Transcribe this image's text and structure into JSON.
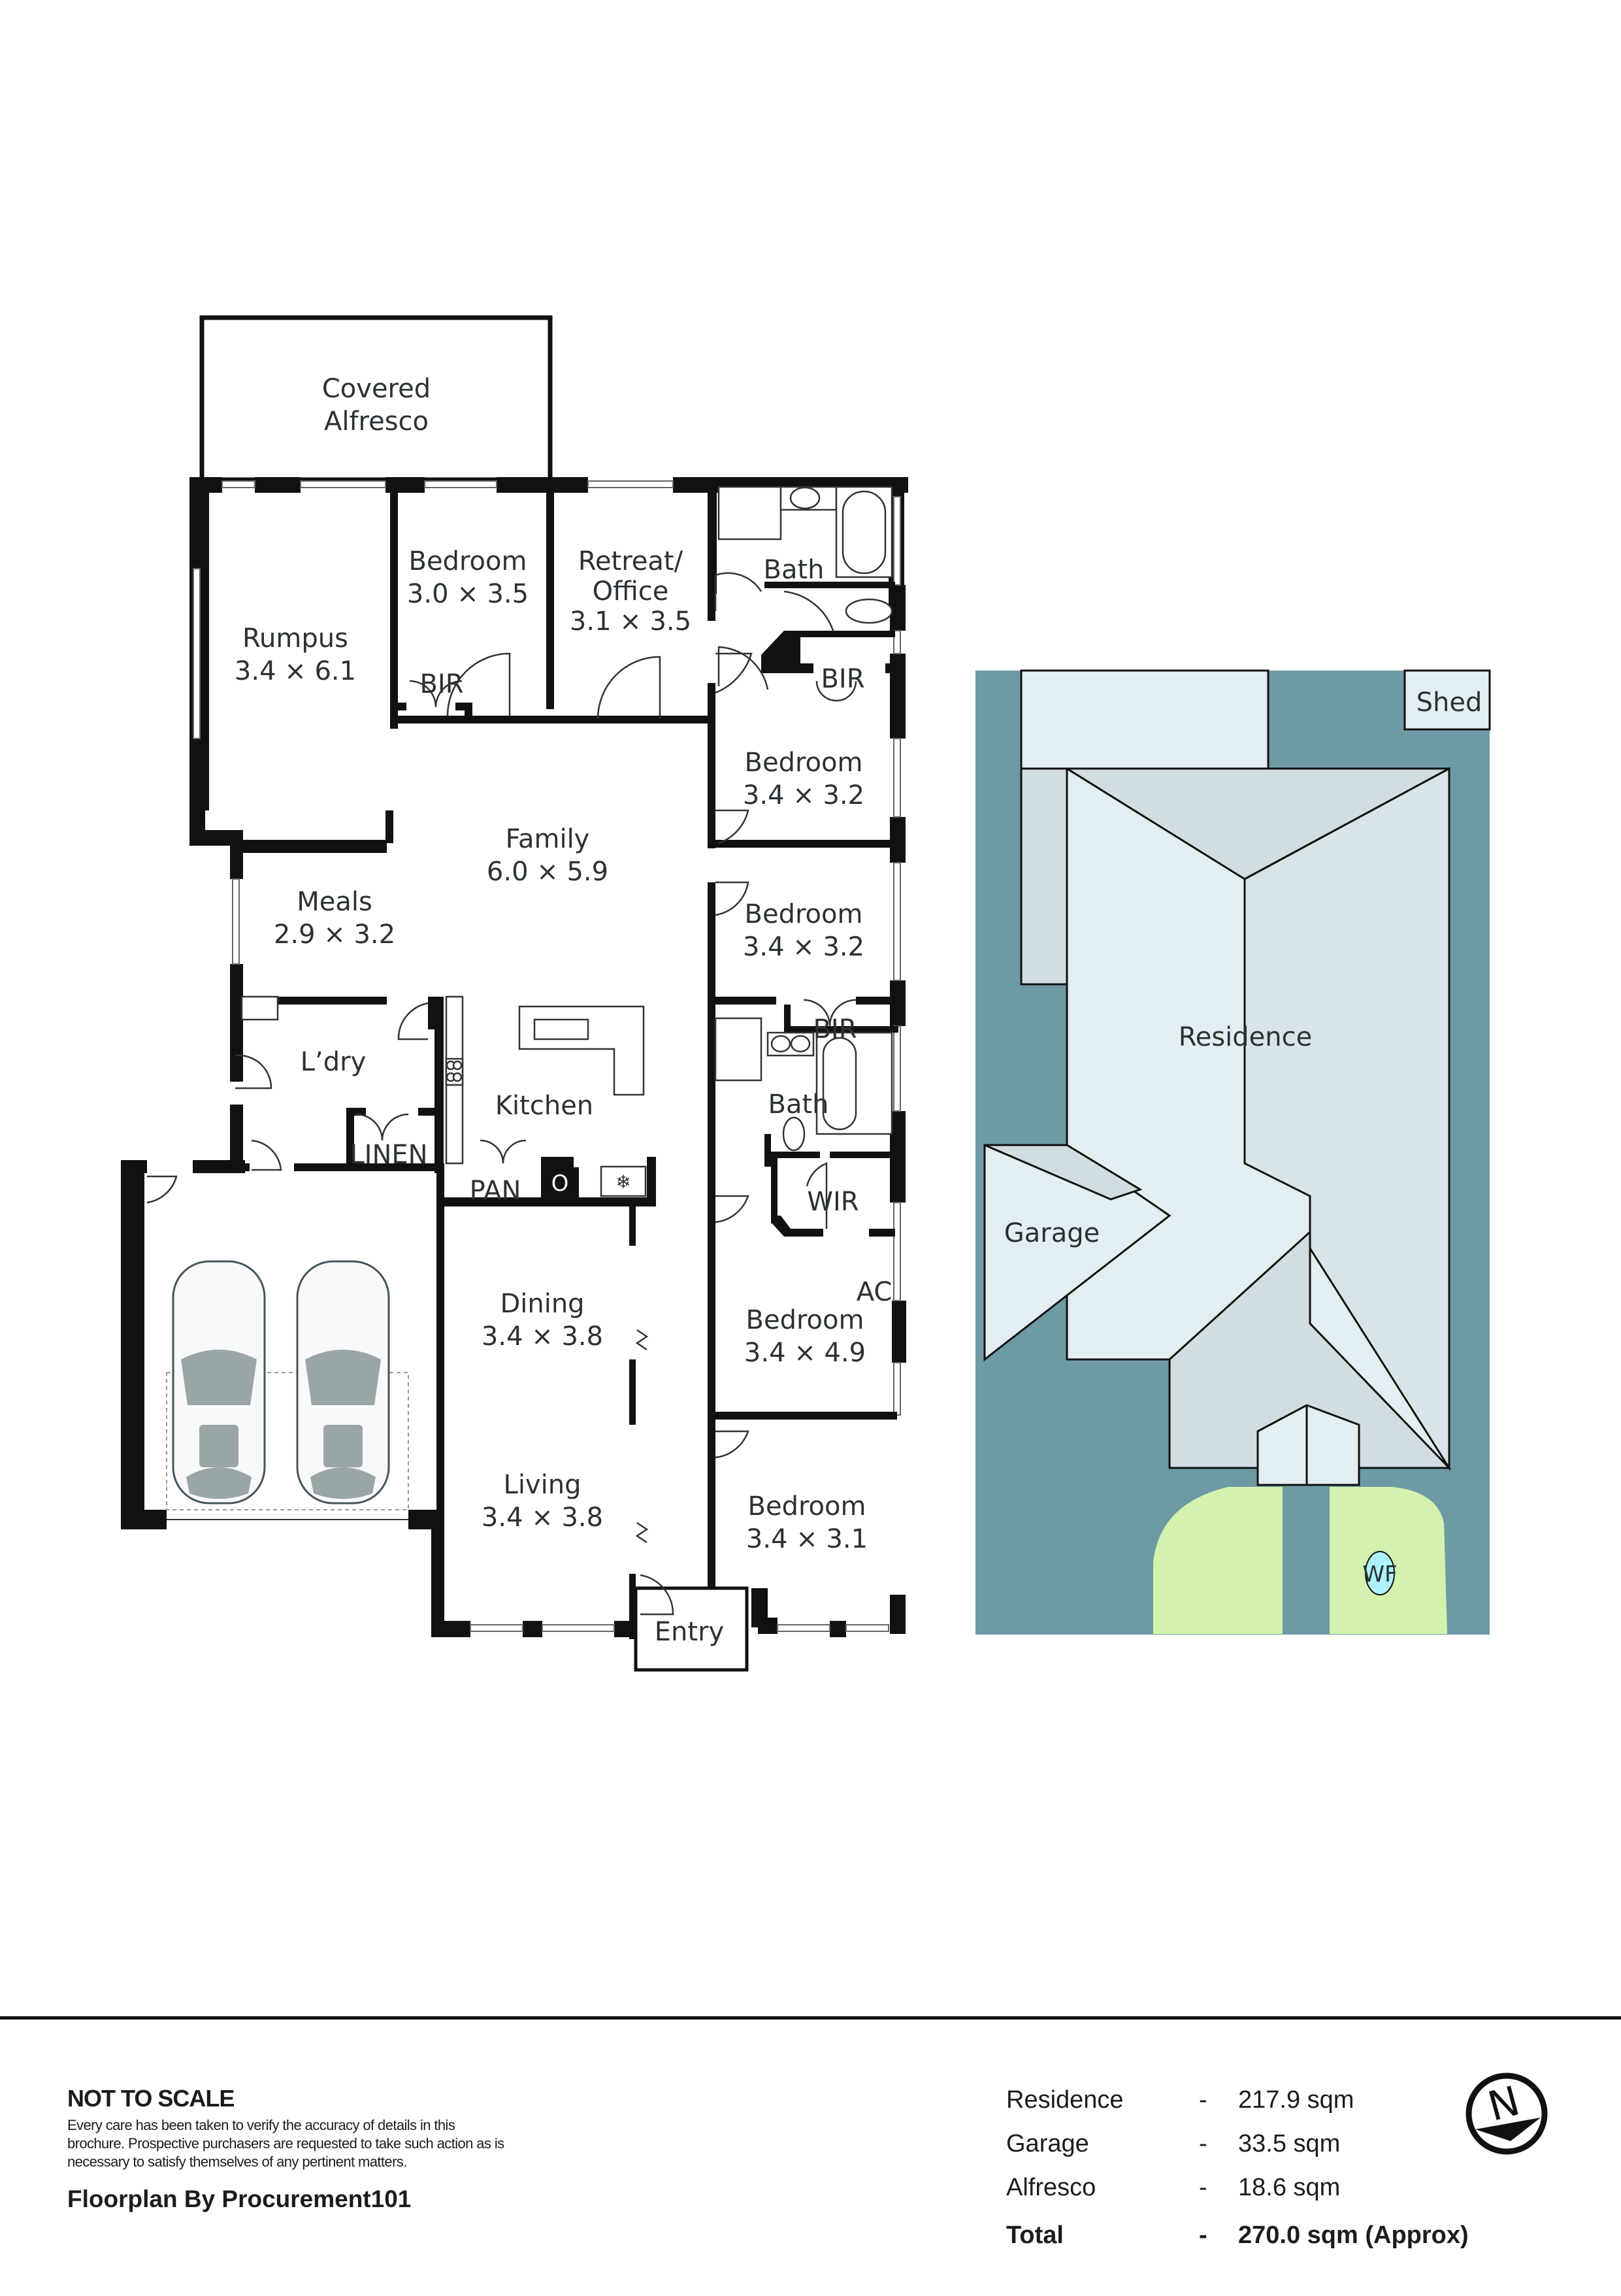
{
  "floorplan": {
    "rooms": [
      {
        "id": "covered-alfresco",
        "name": "Covered Alfresco",
        "line1": "Covered",
        "line2": "Alfresco",
        "dims": ""
      },
      {
        "id": "rumpus",
        "name": "Rumpus",
        "dims": "3.4 × 6.1"
      },
      {
        "id": "bedroom-1",
        "name": "Bedroom",
        "dims": "3.0 × 3.5"
      },
      {
        "id": "retreat-office",
        "name": "Retreat/ Office",
        "line1": "Retreat/",
        "line2": "Office",
        "dims": "3.1 × 3.5"
      },
      {
        "id": "bath-1",
        "name": "Bath",
        "dims": ""
      },
      {
        "id": "bir-1",
        "name": "BIR",
        "dims": ""
      },
      {
        "id": "bir-2",
        "name": "BIR",
        "dims": ""
      },
      {
        "id": "bedroom-2",
        "name": "Bedroom",
        "dims": "3.4 × 3.2"
      },
      {
        "id": "family",
        "name": "Family",
        "dims": "6.0 × 5.9"
      },
      {
        "id": "meals",
        "name": "Meals",
        "dims": "2.9 × 3.2"
      },
      {
        "id": "bedroom-3",
        "name": "Bedroom",
        "dims": "3.4 × 3.2"
      },
      {
        "id": "bir-3",
        "name": "BIR",
        "dims": ""
      },
      {
        "id": "laundry",
        "name": "L’dry",
        "dims": ""
      },
      {
        "id": "kitchen",
        "name": "Kitchen",
        "dims": ""
      },
      {
        "id": "linen",
        "name": "LINEN",
        "dims": ""
      },
      {
        "id": "pantry",
        "name": "PAN",
        "dims": ""
      },
      {
        "id": "oven",
        "name": "O",
        "dims": ""
      },
      {
        "id": "bath-2",
        "name": "Bath",
        "dims": ""
      },
      {
        "id": "wir",
        "name": "WIR",
        "dims": ""
      },
      {
        "id": "ac",
        "name": "AC",
        "dims": ""
      },
      {
        "id": "dining",
        "name": "Dining",
        "dims": "3.4 × 3.8"
      },
      {
        "id": "bedroom-4",
        "name": "Bedroom",
        "dims": "3.4 × 4.9"
      },
      {
        "id": "living",
        "name": "Living",
        "dims": "3.4 × 3.8"
      },
      {
        "id": "bedroom-5",
        "name": "Bedroom",
        "dims": "3.4 × 3.1"
      },
      {
        "id": "entry",
        "name": "Entry",
        "dims": ""
      }
    ],
    "icons": [
      "car-icon",
      "car-icon",
      "sink-icon",
      "bathtub-icon",
      "shower-icon",
      "toilet-icon",
      "cooktop-icon",
      "fridge-snowflake-icon"
    ]
  },
  "site_plan": {
    "labels": {
      "shed": "Shed",
      "residence": "Residence",
      "garage": "Garage",
      "water_feature": "WF"
    },
    "colors": {
      "ground": "#6e9aa4",
      "roof_light": "#e3eef2",
      "roof_shade": "#d2dde1",
      "lawn": "#d3f2ad",
      "water": "#aef2fb"
    }
  },
  "footer": {
    "not_to_scale": "NOT TO SCALE",
    "disclaimer_lines": [
      "Every care has been taken to verify the accuracy of details in this",
      "brochure. Prospective purchasers are requested to take such action as is",
      "necessary to satisfy themselves of any pertinent matters."
    ],
    "credit": "Floorplan By Procurement101",
    "areas": [
      {
        "name": "Residence",
        "dash": "-",
        "value": "217.9 sqm"
      },
      {
        "name": "Garage",
        "dash": "-",
        "value": "33.5 sqm"
      },
      {
        "name": "Alfresco",
        "dash": "-",
        "value": "18.6 sqm"
      }
    ],
    "total": {
      "name": "Total",
      "dash": "-",
      "value": "270.0 sqm (Approx)"
    },
    "compass_label": "N"
  }
}
